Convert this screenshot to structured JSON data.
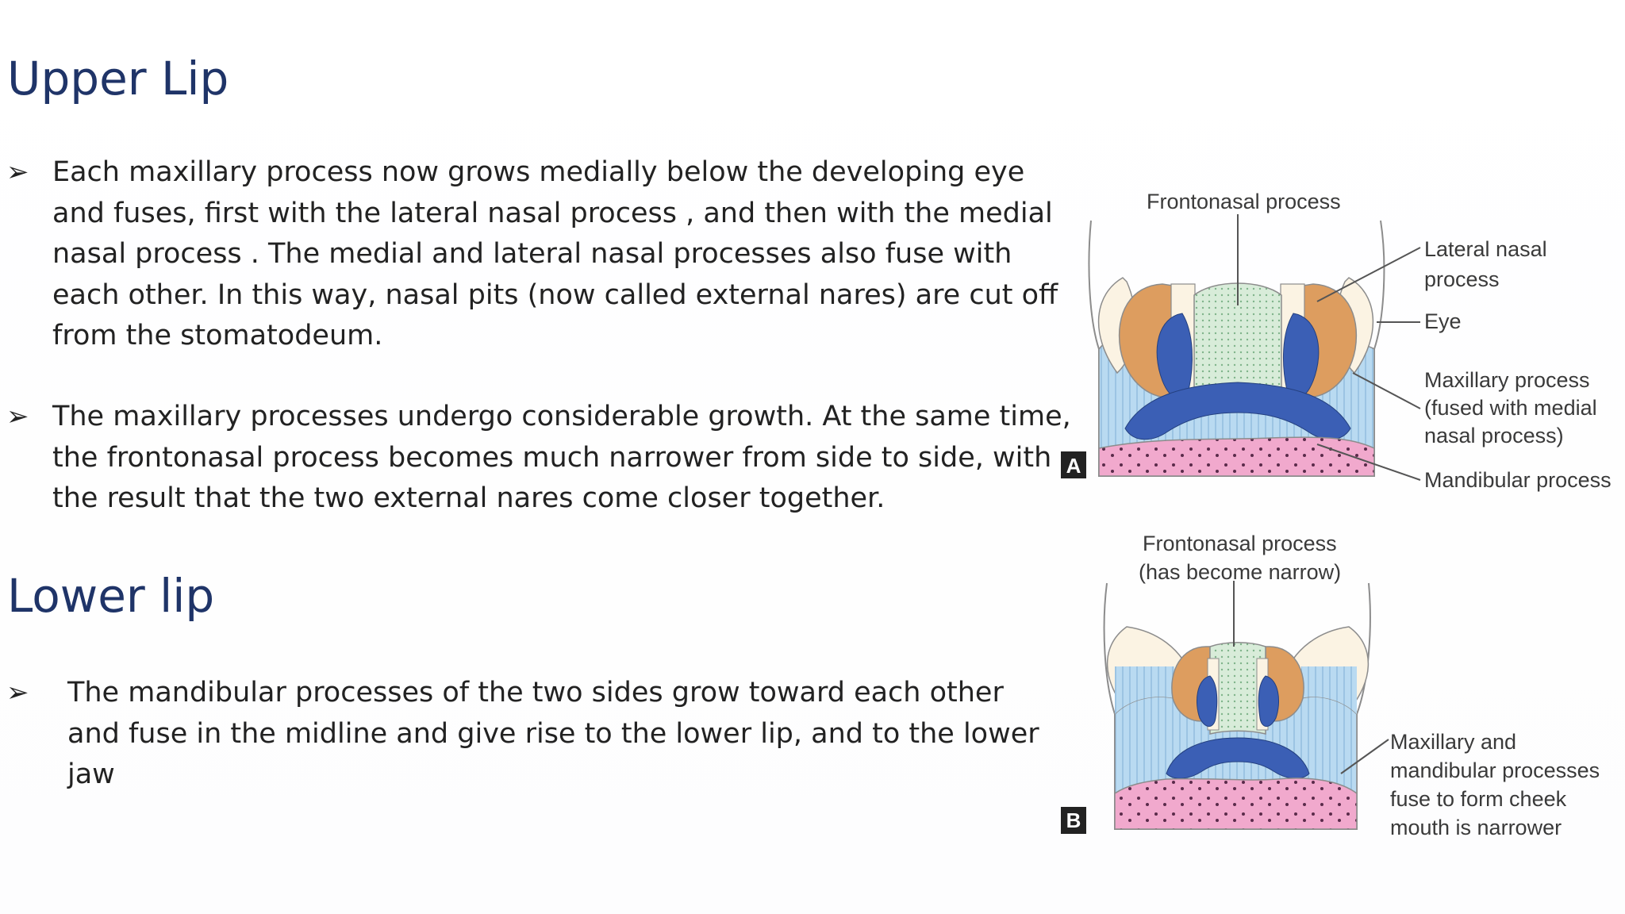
{
  "upper_lip": {
    "title": "Upper Lip",
    "bullets": [
      "Each maxillary process now grows medially below the developing eye and fuses, first with the lateral nasal process , and then with the medial nasal process . The medial and lateral nasal processes also fuse with each other. In this way, nasal pits (now called external nares) are cut off from the stomatodeum.",
      "The maxillary processes undergo considerable growth. At the same time, the frontonasal process becomes much narrower from side to side, with the result that the two external nares come closer together."
    ]
  },
  "lower_lip": {
    "title": "Lower lip",
    "bullets": [
      "The mandibular processes of the two sides grow toward each other and fuse in the midline and give rise to the lower lip, and to the lower jaw"
    ]
  },
  "bullet_symbol": "➢",
  "figure": {
    "panel_a": {
      "marker": "A",
      "labels": {
        "frontonasal": "Frontonasal process",
        "lateral_nasal_1": "Lateral nasal",
        "lateral_nasal_2": "process",
        "eye": "Eye",
        "maxillary_1": "Maxillary process",
        "maxillary_2": "(fused with medial",
        "maxillary_3": "nasal process)",
        "mandibular": "Mandibular process"
      }
    },
    "panel_b": {
      "marker": "B",
      "labels": {
        "frontonasal_1": "Frontonasal process",
        "frontonasal_2": "(has become narrow)",
        "cheek_1": "Maxillary and",
        "cheek_2": "mandibular processes",
        "cheek_3": "fuse to form cheek",
        "cheek_4": "mouth is narrower"
      }
    },
    "colors": {
      "orange": "#dd9d5f",
      "blue_dark": "#3b5fb5",
      "blue_light": "#b9daf1",
      "green": "#d8ecd9",
      "pink": "#f1a9cd",
      "cream": "#fbf3e3"
    }
  }
}
